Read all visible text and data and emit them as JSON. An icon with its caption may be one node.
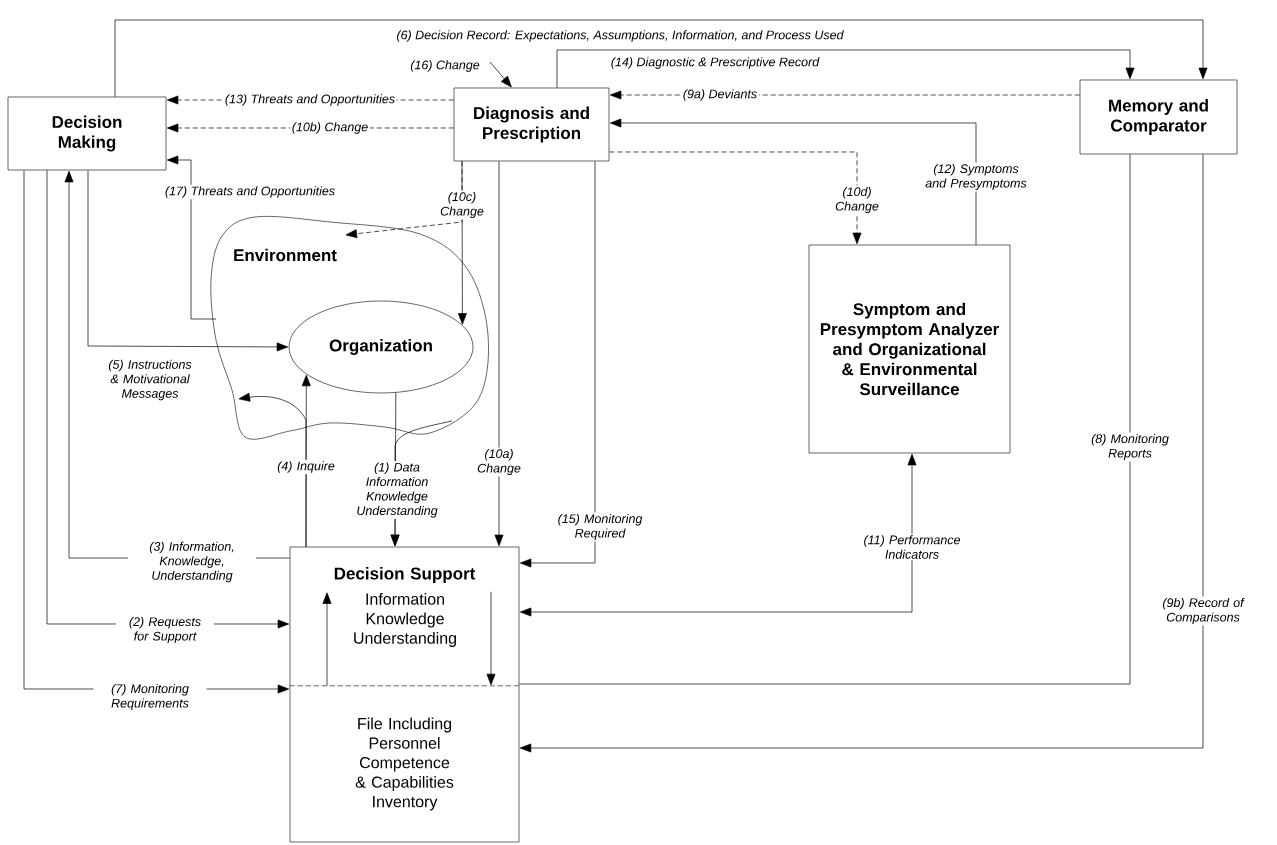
{
  "diagram": {
    "nodes": [
      {
        "text": [
          "Decision Making"
        ]
      },
      {
        "text": [
          "Diagnosis and Prescription"
        ]
      },
      {
        "text": [
          "Memory and Comparator"
        ]
      },
      {
        "text": [
          "Environment"
        ]
      },
      {
        "text": [
          "Organization"
        ],
        "in": 3
      },
      {
        "text": [
          "Symptom and Presymptom Analyzer and Organizational & Environmental Surveillance"
        ]
      },
      {
        "text": [
          "Decision Support"
        ]
      },
      {
        "text": [
          "Information Knowledge Understanding"
        ],
        "in": 6
      },
      {
        "text": [
          "File Including Personnel Competence & Capabilities Inventory"
        ],
        "in": 6
      }
    ],
    "edges": [
      {
        "from": 0,
        "to": 2,
        "arrow": "to",
        "label": "(6) Decision Record: Expectations, Assumptions, Information, and Process Used"
      },
      {
        "from": 1,
        "to": 2,
        "arrow": "to",
        "label": "(14) Diagnostic & Prescriptive Record"
      },
      {
        "from": null,
        "to": 1,
        "arrow": "to",
        "label": "(16) Change"
      },
      {
        "from": 1,
        "to": 0,
        "arrow": "to",
        "label": "(13) Threats and Opportunities",
        "style": "dashed"
      },
      {
        "from": 1,
        "to": 0,
        "arrow": "to",
        "label": "(10b) Change",
        "style": "dashed"
      },
      {
        "from": 3,
        "to": 0,
        "arrow": "to",
        "label": "(17) Threats and Opportunities"
      },
      {
        "from": 1,
        "to": 4,
        "arrow": "to",
        "label": "(10c) Change"
      },
      {
        "from": 1,
        "to": 3,
        "arrow": "to",
        "style": "dashed"
      },
      {
        "from": 0,
        "to": 4,
        "arrow": "to",
        "label": "(5) Instructions & Motivational Messages"
      },
      {
        "from": 6,
        "to": 4,
        "arrow": "to",
        "label": "(4) Inquire"
      },
      {
        "from": 6,
        "to": 3,
        "arrow": "to"
      },
      {
        "from": 4,
        "to": 6,
        "arrow": "to",
        "label": "(1) Data Information Knowledge Understanding"
      },
      {
        "from": 3,
        "to": 6,
        "arrow": "to"
      },
      {
        "from": 1,
        "to": 6,
        "arrow": "to",
        "label": "(10a) Change"
      },
      {
        "from": 1,
        "to": 6,
        "arrow": "to",
        "label": "(15) Monitoring Required"
      },
      {
        "from": 6,
        "to": 0,
        "arrow": "to",
        "label": "(3) Information, Knowledge, Understanding"
      },
      {
        "from": 0,
        "to": 6,
        "arrow": "to",
        "label": "(2) Requests for Support"
      },
      {
        "from": 0,
        "to": 6,
        "arrow": "to",
        "label": "(7) Monitoring Requirements"
      },
      {
        "from": 2,
        "to": 1,
        "arrow": "to",
        "label": "(9a) Deviants",
        "style": "dashed"
      },
      {
        "from": 5,
        "to": 1,
        "arrow": "to",
        "label": "(12) Symptoms and Presymptoms"
      },
      {
        "from": 1,
        "to": 5,
        "arrow": "to",
        "label": "(10d) Change",
        "style": "dashed"
      },
      {
        "from": 6,
        "to": 5,
        "arrow": "both",
        "label": "(11) Performance Indicators"
      },
      {
        "from": 2,
        "to": 6,
        "arrow": "none",
        "label": "(8) Monitoring Reports"
      },
      {
        "from": 2,
        "to": 8,
        "arrow": "to",
        "label": "(9b) Record of Comparisons"
      },
      {
        "from": 8,
        "to": 7,
        "arrow": "to"
      },
      {
        "from": 7,
        "to": 8,
        "arrow": "to"
      }
    ]
  }
}
